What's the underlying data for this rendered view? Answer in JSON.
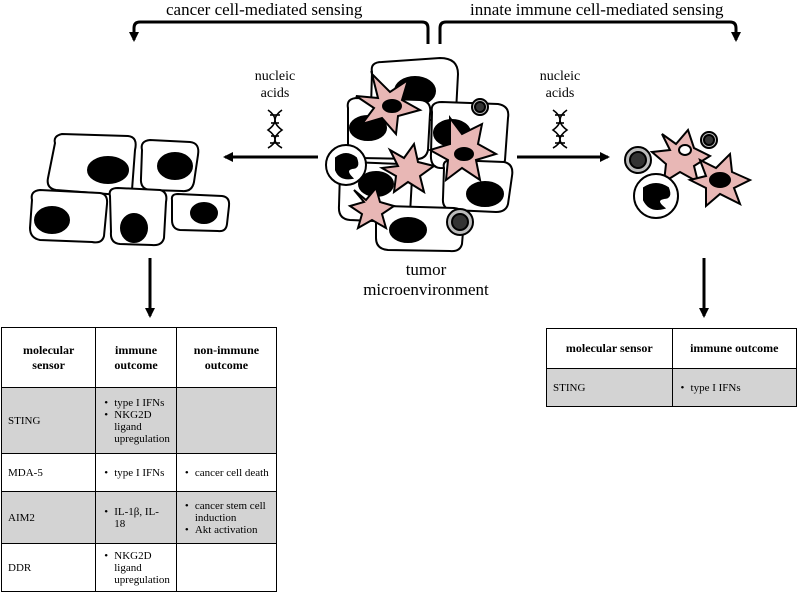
{
  "headers": {
    "left": "cancer cell-mediated sensing",
    "right": "innate immune cell-mediated sensing"
  },
  "labels": {
    "nucleic_left": [
      "nucleic",
      "acids"
    ],
    "nucleic_right": [
      "nucleic",
      "acids"
    ],
    "tumor": [
      "tumor",
      "microenvironment"
    ]
  },
  "colors": {
    "immune_pink": "#e8b7b5",
    "nucleus": "#000000",
    "shade": "#d3d3d3"
  },
  "left_table": {
    "headers": [
      "molecular sensor",
      "immune outcome",
      "non-immune outcome"
    ],
    "rows": [
      {
        "sensor": "STING",
        "immune": [
          "type I IFNs",
          "NKG2D ligand upregulation"
        ],
        "non_immune": []
      },
      {
        "sensor": "MDA-5",
        "immune": [
          "type I IFNs"
        ],
        "non_immune": [
          "cancer cell death"
        ]
      },
      {
        "sensor": "AIM2",
        "immune": [
          "IL-1β, IL-18"
        ],
        "non_immune": [
          "cancer stem cell induction",
          "Akt activation"
        ]
      },
      {
        "sensor": "DDR",
        "immune": [
          "NKG2D ligand upregulation"
        ],
        "non_immune": []
      }
    ]
  },
  "right_table": {
    "headers": [
      "molecular sensor",
      "immune outcome"
    ],
    "rows": [
      {
        "sensor": "STING",
        "immune": [
          "type I IFNs"
        ]
      }
    ]
  }
}
